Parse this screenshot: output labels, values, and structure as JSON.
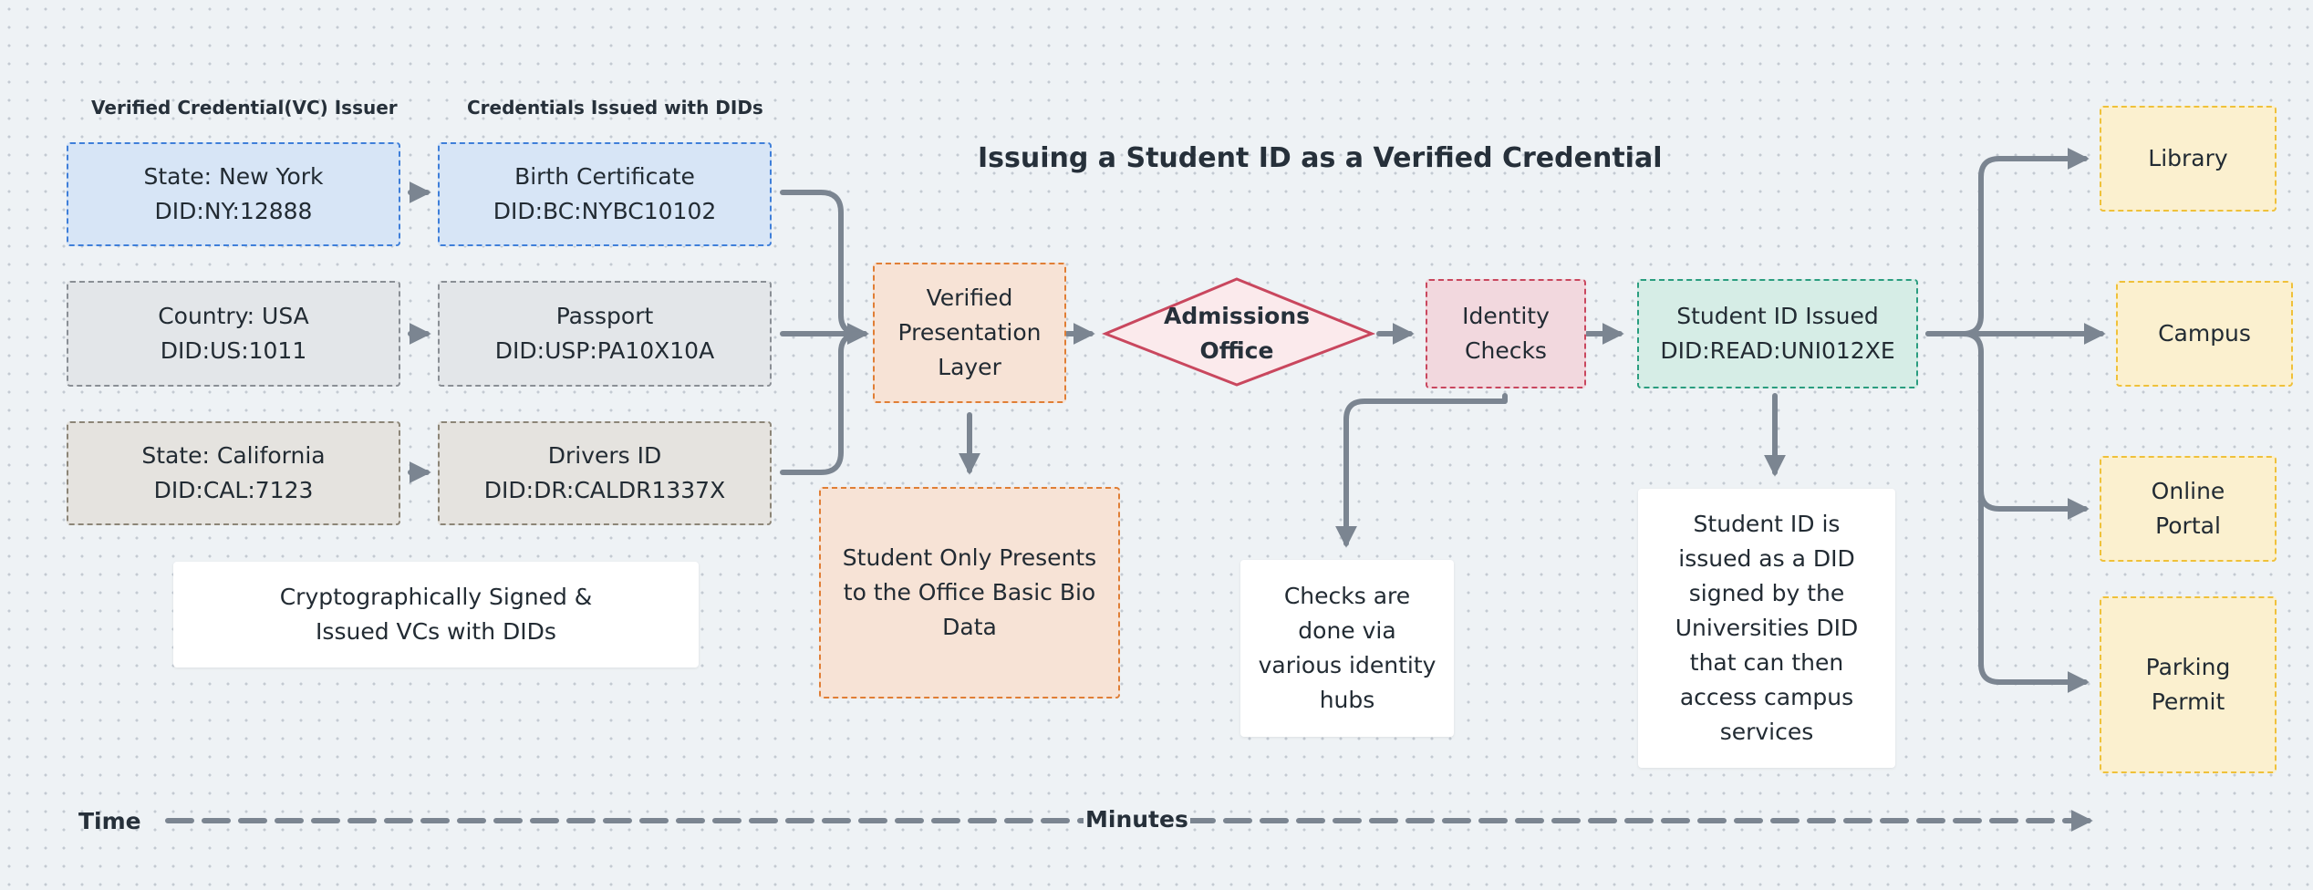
{
  "title": "Issuing a Student ID as a Verified Credential",
  "headers": {
    "issuer": "Verified Credential(VC) Issuer",
    "credentials": "Credentials Issued with DIDs"
  },
  "issuers": [
    {
      "line1": "State: New York",
      "line2": "DID:NY:12888"
    },
    {
      "line1": "Country: USA",
      "line2": "DID:US:1011"
    },
    {
      "line1": "State: California",
      "line2": "DID:CAL:7123"
    }
  ],
  "credentials": [
    {
      "line1": "Birth Certificate",
      "line2": "DID:BC:NYBC10102"
    },
    {
      "line1": "Passport",
      "line2": "DID:USP:PA10X10A"
    },
    {
      "line1": "Drivers ID",
      "line2": "DID:DR:CALDR1337X"
    }
  ],
  "notes": {
    "signed": {
      "line1": "Cryptographically Signed &",
      "line2": "Issued VCs with DIDs"
    },
    "presents": {
      "line1": "Student Only Presents",
      "line2": "to the Office Basic Bio",
      "line3": "Data"
    },
    "checks": {
      "line1": "Checks are",
      "line2": "done via",
      "line3": "various identity",
      "line4": "hubs"
    },
    "issued": {
      "line1": "Student ID is",
      "line2": "issued as a DID",
      "line3": "signed by the",
      "line4": "Universities DID",
      "line5": "that can then",
      "line6": "access campus",
      "line7": "services"
    }
  },
  "flow": {
    "presentation": {
      "line1": "Verified",
      "line2": "Presentation",
      "line3": "Layer"
    },
    "admissions": {
      "line1": "Admissions",
      "line2": "Office"
    },
    "identity": {
      "line1": "Identity",
      "line2": "Checks"
    },
    "student_id": {
      "line1": "Student ID Issued",
      "line2": "DID:READ:UNI012XE"
    }
  },
  "services": {
    "library": "Library",
    "campus": "Campus",
    "portal": {
      "line1": "Online",
      "line2": "Portal"
    },
    "parking": {
      "line1": "Parking",
      "line2": "Permit"
    }
  },
  "timeline": {
    "time": "Time",
    "minutes": "Minutes"
  },
  "colors": {
    "connector": "#7b8591",
    "blue_border": "#3f7fd9",
    "orange_border": "#e07e35",
    "pink_border": "#c9475e",
    "teal_border": "#2a9d7f",
    "yellow_border": "#efc13a"
  }
}
